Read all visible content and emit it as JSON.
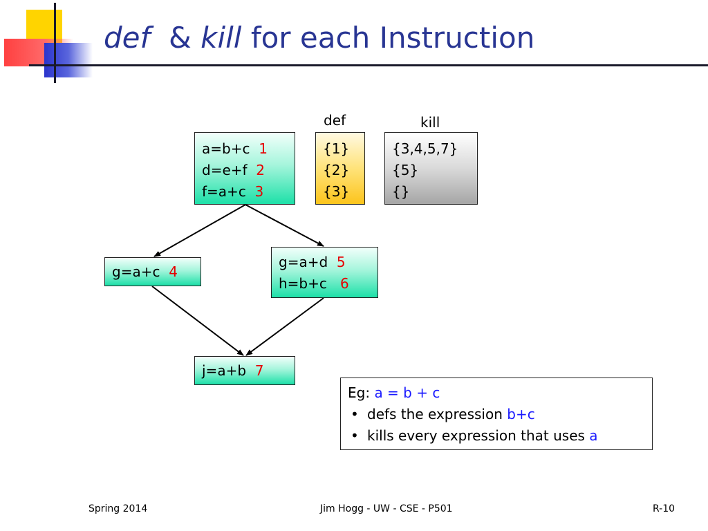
{
  "title": {
    "def": "def",
    "amp": "&",
    "kill": "kill",
    "rest": "for each Instruction"
  },
  "column_labels": {
    "def": "def",
    "kill": "kill"
  },
  "blocks": {
    "b1": [
      {
        "code": "a=b+c",
        "num": "1"
      },
      {
        "code": "d=e+f",
        "num": "2"
      },
      {
        "code": "f=a+c",
        "num": "3"
      }
    ],
    "b2": [
      {
        "code": "g=a+c",
        "num": "4"
      }
    ],
    "b3": [
      {
        "code": "g=a+d",
        "num": "5"
      },
      {
        "code": "h=b+c",
        "num": "6"
      }
    ],
    "b4": [
      {
        "code": "j=a+b",
        "num": "7"
      }
    ]
  },
  "def_sets": [
    "{1}",
    "{2}",
    "{3}"
  ],
  "kill_sets": [
    "{3,4,5,7}",
    "{5}",
    "{}"
  ],
  "example": {
    "eg_label": "Eg:",
    "expr": "a = b + c",
    "bullet1_text": "defs the expression",
    "bullet1_hl": "b+c",
    "bullet2_text": "kills every expression that uses",
    "bullet2_hl": "a",
    "bullet_symbol": "•"
  },
  "footer": {
    "left": "Spring 2014",
    "center": "Jim Hogg - UW - CSE - P501",
    "right": "R-10"
  },
  "colors": {
    "title": "#283593",
    "line_number": "#e60000",
    "highlight": "#1a1aff"
  }
}
